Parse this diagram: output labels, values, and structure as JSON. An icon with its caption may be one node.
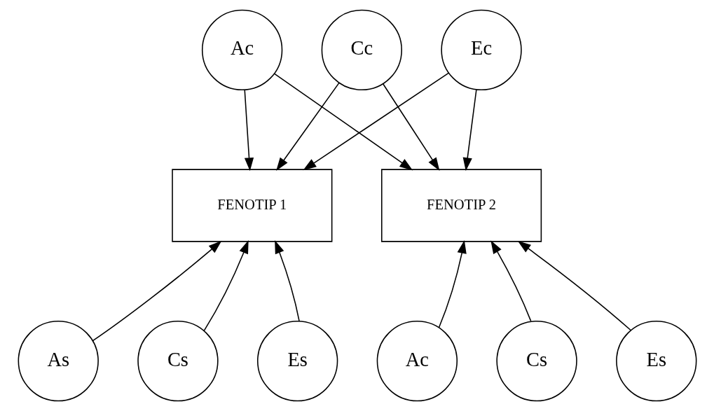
{
  "diagram": {
    "nodes": [
      {
        "text": [
          "Ac"
        ]
      },
      {
        "text": [
          "Cc"
        ]
      },
      {
        "text": [
          "Ec"
        ]
      },
      {
        "text": [
          "FENOTIP 1"
        ]
      },
      {
        "text": [
          "FENOTIP 2"
        ]
      },
      {
        "text": [
          "As"
        ]
      },
      {
        "text": [
          "Cs"
        ]
      },
      {
        "text": [
          "Es"
        ]
      },
      {
        "text": [
          "Ac"
        ]
      },
      {
        "text": [
          "Cs"
        ]
      },
      {
        "text": [
          "Es"
        ]
      }
    ],
    "edges": [
      {
        "from": 0,
        "to": 3,
        "arrow": "to"
      },
      {
        "from": 0,
        "to": 4,
        "arrow": "to"
      },
      {
        "from": 1,
        "to": 3,
        "arrow": "to"
      },
      {
        "from": 1,
        "to": 4,
        "arrow": "to"
      },
      {
        "from": 2,
        "to": 3,
        "arrow": "to"
      },
      {
        "from": 2,
        "to": 4,
        "arrow": "to"
      },
      {
        "from": 5,
        "to": 3,
        "arrow": "to"
      },
      {
        "from": 6,
        "to": 3,
        "arrow": "to"
      },
      {
        "from": 7,
        "to": 3,
        "arrow": "to"
      },
      {
        "from": 8,
        "to": 4,
        "arrow": "to"
      },
      {
        "from": 9,
        "to": 4,
        "arrow": "to"
      },
      {
        "from": 10,
        "to": 4,
        "arrow": "to"
      }
    ]
  }
}
